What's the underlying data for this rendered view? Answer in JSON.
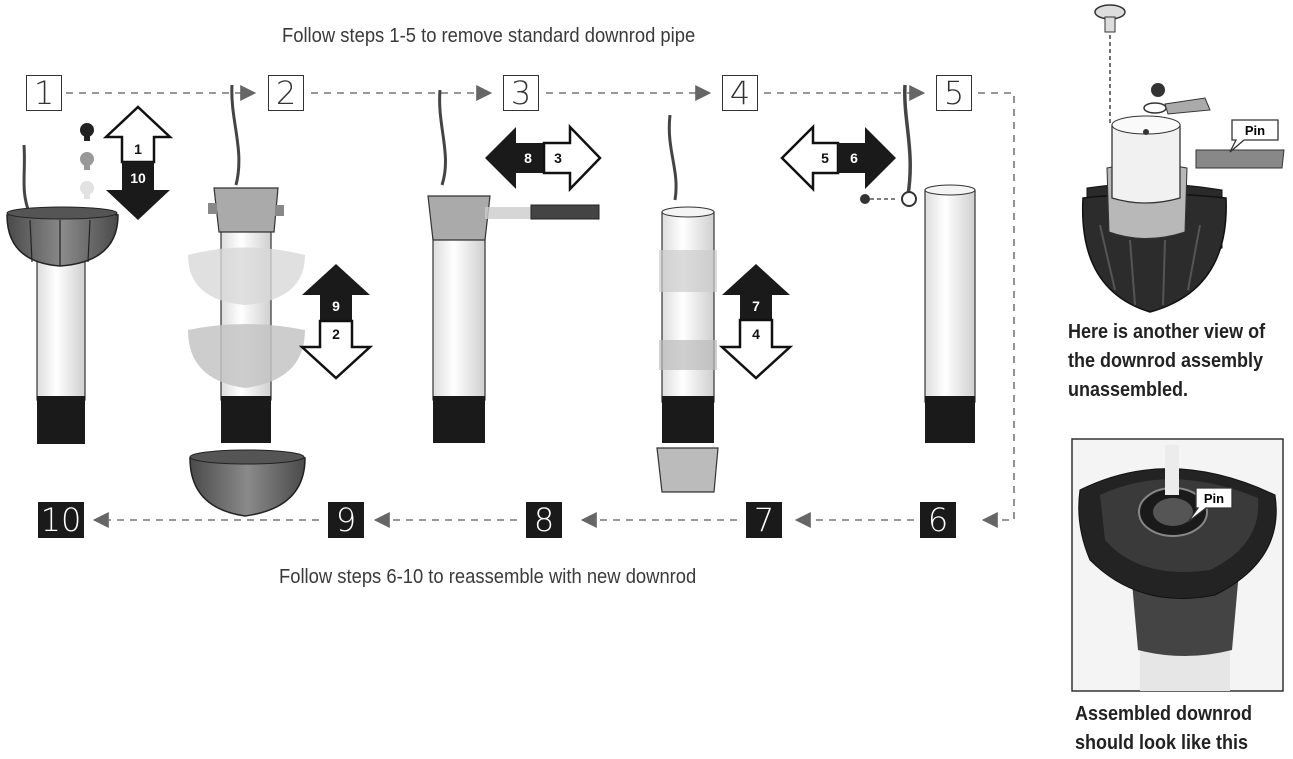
{
  "top_caption": "Follow steps 1-5 to remove standard downrod pipe",
  "bottom_caption": "Follow steps 6-10 to reassemble with new downrod",
  "steps_top": [
    "1",
    "2",
    "3",
    "4",
    "5"
  ],
  "steps_bottom": [
    "10",
    "9",
    "8",
    "7",
    "6"
  ],
  "arrow_labels": {
    "step1_up": "1",
    "step1_down": "10",
    "step2_up": "9",
    "step2_down": "2",
    "step3_left": "8",
    "step3_right": "3",
    "step4_up": "7",
    "step4_down": "4",
    "step5_left": "5",
    "step5_right": "6"
  },
  "pin_label_top": "Pin",
  "pin_label_photo": "Pin",
  "side_text_top": [
    "Here is another view of",
    "the downrod assembly",
    "unassembled."
  ],
  "side_text_bottom": [
    "Assembled downrod",
    "should look like this"
  ]
}
